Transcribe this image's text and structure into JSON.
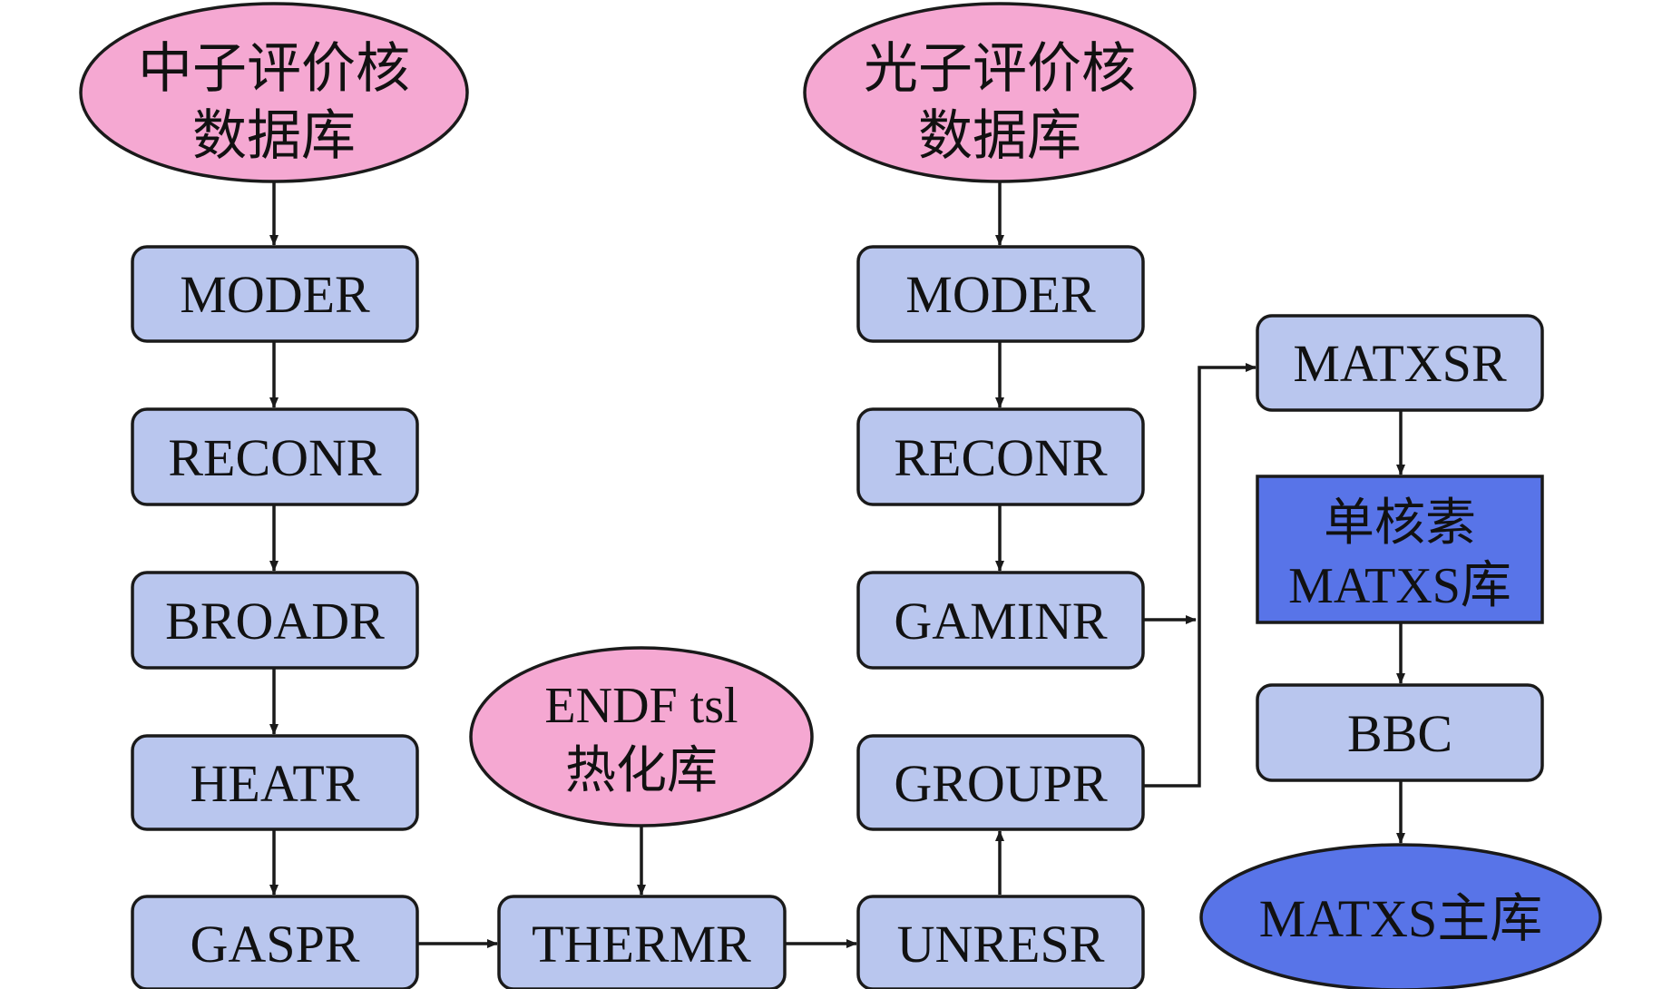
{
  "colors": {
    "ellipse_fill": "#f5a8d2",
    "box_fill": "#b9c6ee",
    "highlight_fill": "#5874e8",
    "stroke": "#1a1a1a",
    "text": "#111111"
  },
  "nodes": {
    "neutron_lib": {
      "lines": [
        "中子评价核",
        "数据库"
      ]
    },
    "photon_lib": {
      "lines": [
        "光子评价核",
        "数据库"
      ]
    },
    "endf_tsl": {
      "lines": [
        "ENDF tsl",
        "热化库"
      ]
    },
    "moder_1": {
      "label": "MODER"
    },
    "reconr_1": {
      "label": "RECONR"
    },
    "broadr": {
      "label": "BROADR"
    },
    "heatr": {
      "label": "HEATR"
    },
    "gaspr": {
      "label": "GASPR"
    },
    "thermr": {
      "label": "THERMR"
    },
    "unresr": {
      "label": "UNRESR"
    },
    "groupr": {
      "label": "GROUPR"
    },
    "moder_2": {
      "label": "MODER"
    },
    "reconr_2": {
      "label": "RECONR"
    },
    "gaminr": {
      "label": "GAMINR"
    },
    "matxsr": {
      "label": "MATXSR"
    },
    "single_matxs": {
      "lines": [
        "单核素",
        "MATXS库"
      ]
    },
    "bbc": {
      "label": "BBC"
    },
    "matxs_main": {
      "label": "MATXS主库"
    }
  }
}
